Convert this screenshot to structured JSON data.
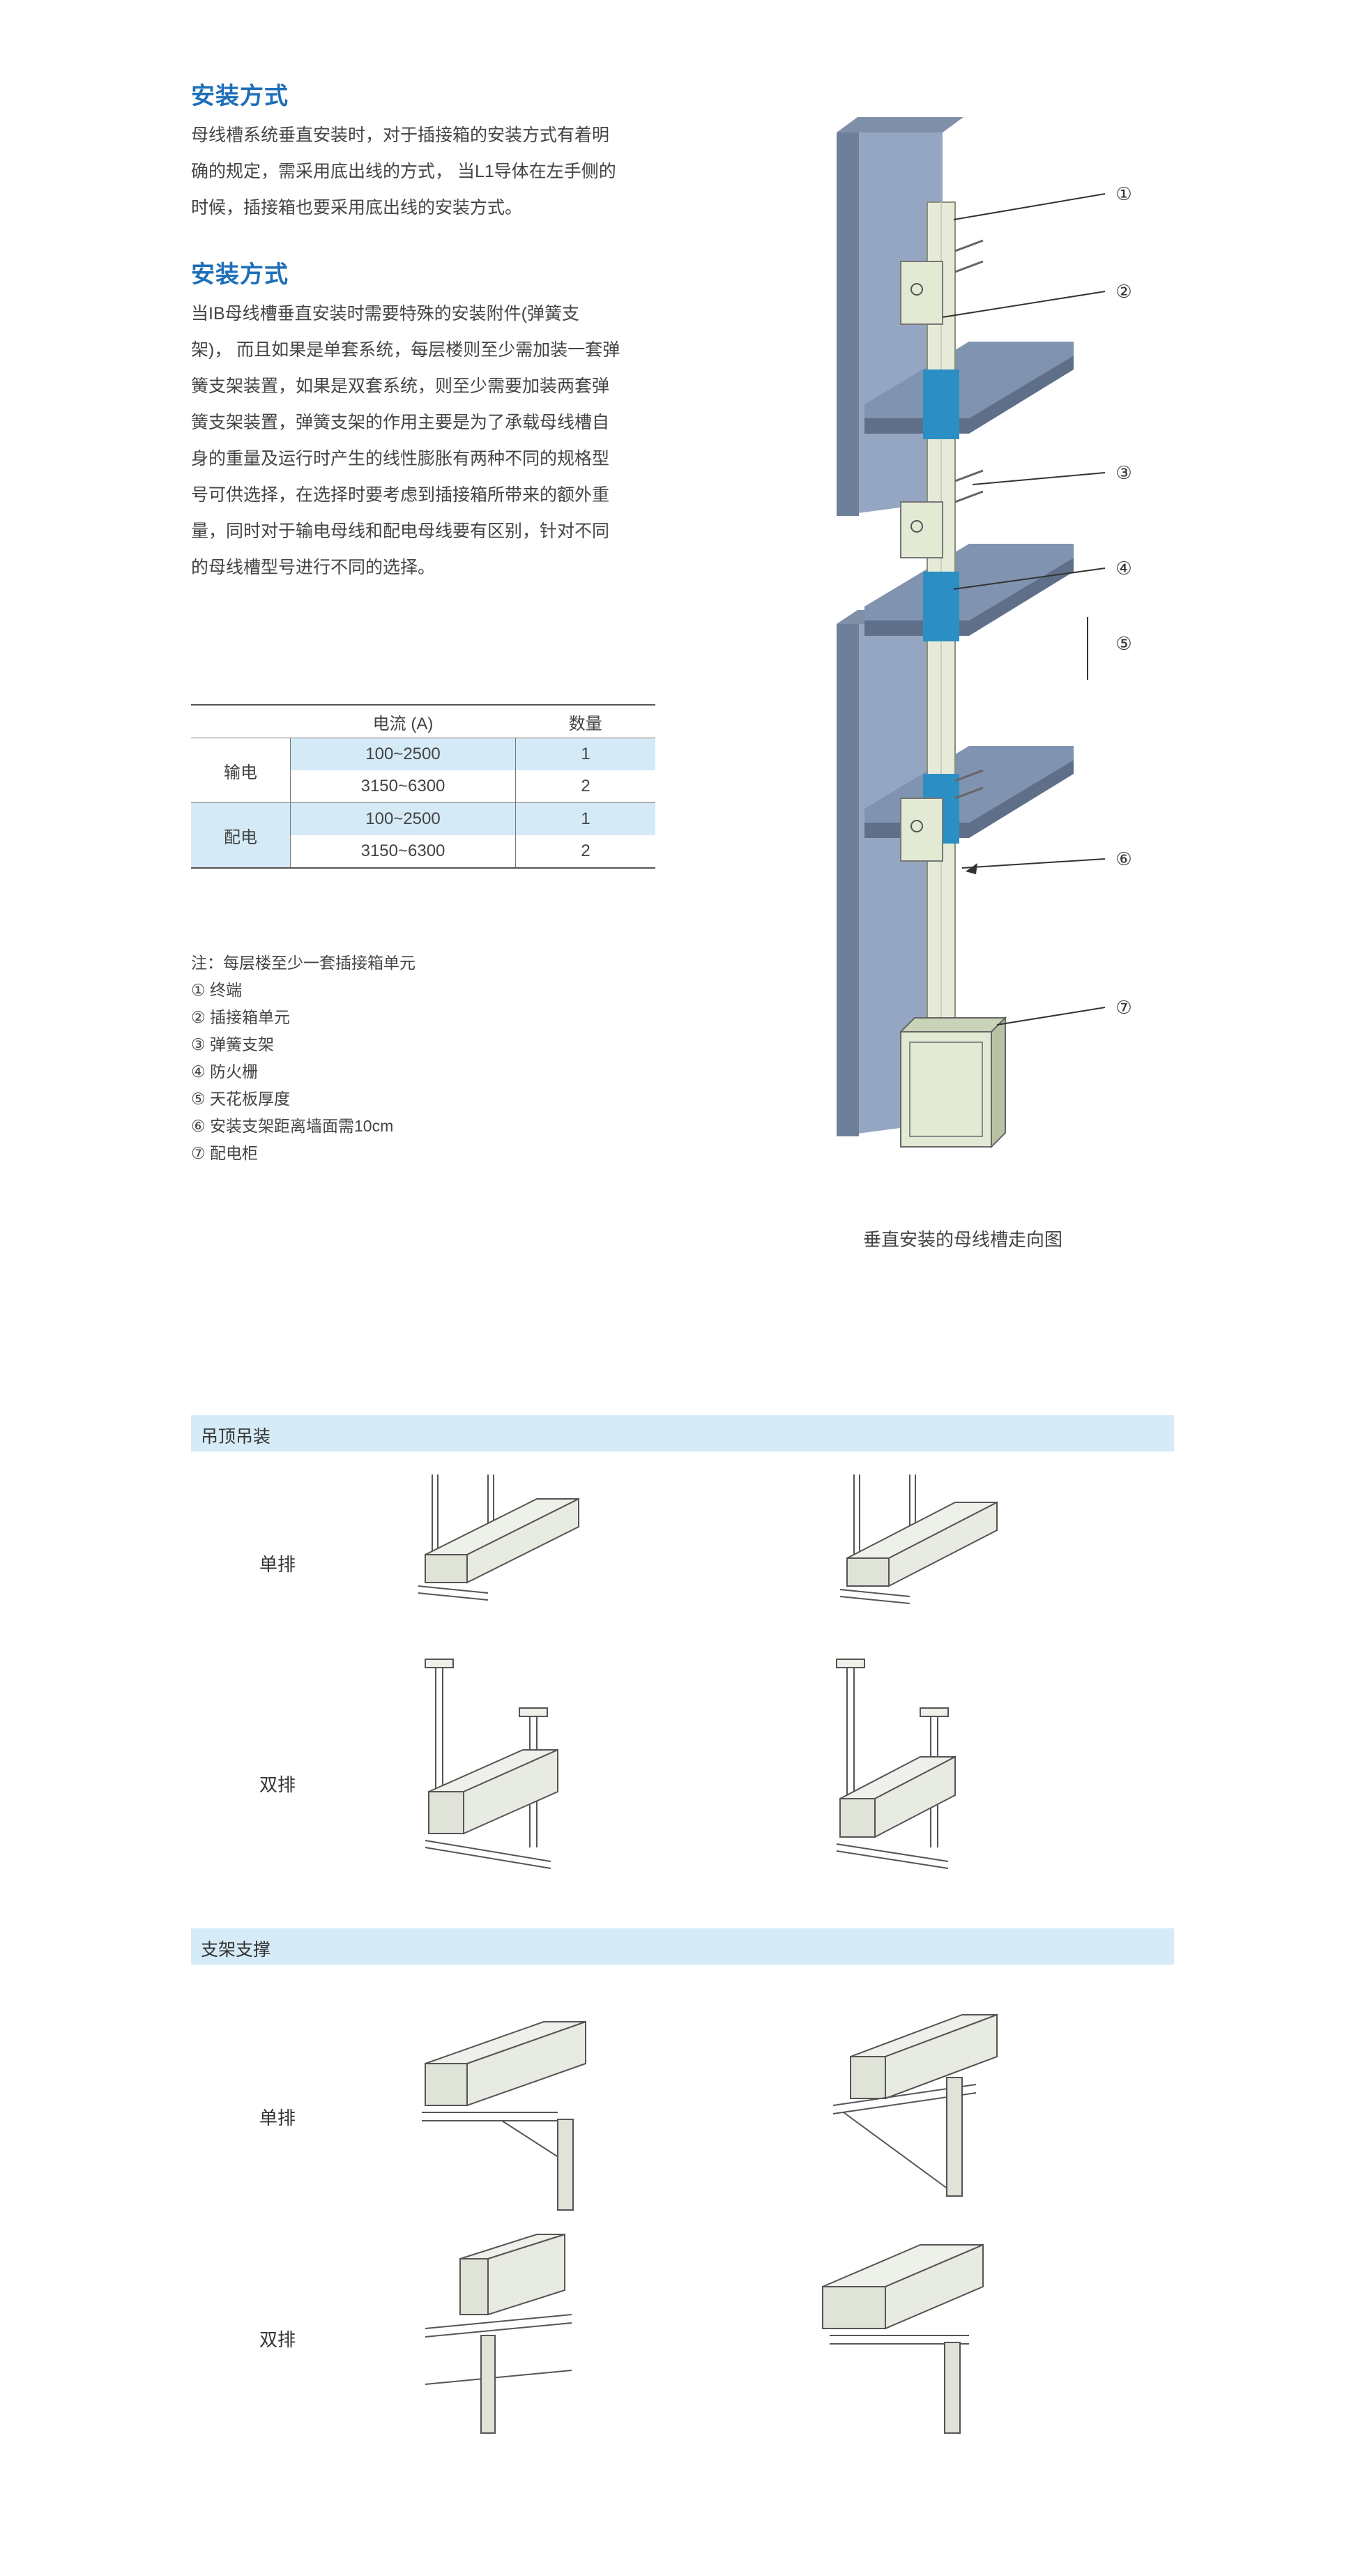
{
  "section1": {
    "title": "安装方式",
    "lines": [
      "母线槽系统垂直安装时，对于插接箱的安装方式有着明",
      "确的规定，需采用底出线的方式，  当L1导体在左手侧的",
      "时候，插接箱也要采用底出线的安装方式。"
    ]
  },
  "section2": {
    "title": "安装方式",
    "lines": [
      "当IB母线槽垂直安装时需要特殊的安装附件(弹簧支",
      "架)， 而且如果是单套系统，每层楼则至少需加装一套弹",
      "簧支架装置，如果是双套系统，则至少需要加装两套弹",
      "簧支架装置，弹簧支架的作用主要是为了承载母线槽自",
      "身的重量及运行时产生的线性膨胀有两种不同的规格型",
      "号可供选择，在选择时要考虑到插接箱所带来的额外重",
      "量，同时对于输电母线和配电母线要有区别，针对不同",
      "的母线槽型号进行不同的选择。"
    ]
  },
  "table": {
    "headers": [
      "",
      "电流 (A)",
      "数量"
    ],
    "groups": [
      {
        "name": "输电",
        "rows": [
          {
            "current": "100~2500",
            "qty": "1"
          },
          {
            "current": "3150~6300",
            "qty": "2"
          }
        ]
      },
      {
        "name": "配电",
        "rows": [
          {
            "current": "100~2500",
            "qty": "1"
          },
          {
            "current": "3150~6300",
            "qty": "2"
          }
        ]
      }
    ]
  },
  "notes": [
    "注：每层楼至少一套插接箱单元",
    "① 终端",
    "② 插接箱单元",
    "③ 弹簧支架",
    "④ 防火栅",
    "⑤ 天花板厚度",
    "⑥ 安装支架距离墙面需10cm",
    "⑦ 配电柜"
  ],
  "diagram": {
    "callouts": [
      "①",
      "②",
      "③",
      "④",
      "⑤",
      "⑥",
      "⑦"
    ],
    "caption": "垂直安装的母线槽走向图",
    "colors": {
      "wall": "#94a6c2",
      "busbar": "#e6ead8",
      "firestop": "#2b8fc3",
      "box": "#e3ead4"
    }
  },
  "band1": {
    "title": "吊顶吊装",
    "row1": "单排",
    "row2": "双排"
  },
  "band2": {
    "title": "支架支撑",
    "row1": "单排",
    "row2": "双排"
  }
}
